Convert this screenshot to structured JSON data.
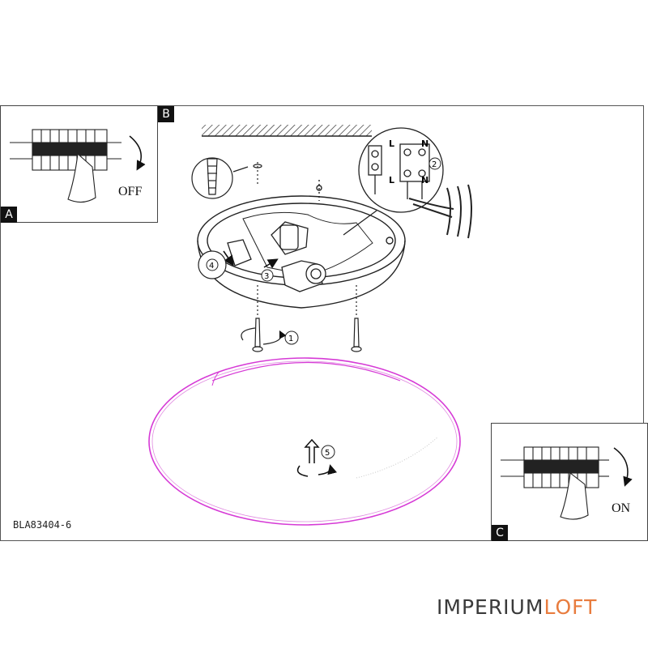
{
  "insets": {
    "a": {
      "tag": "A",
      "switch_label": "OFF"
    },
    "b": {
      "tag": "B"
    },
    "c": {
      "tag": "C",
      "switch_label": "ON"
    }
  },
  "wiring": {
    "live_top": "L",
    "neutral_top": "N",
    "live_bottom": "L",
    "neutral_bottom": "N"
  },
  "steps": {
    "s1": "1",
    "s2": "2",
    "s3": "3",
    "s4": "4",
    "s5": "5"
  },
  "model_code": "BLA83404-6",
  "brand": {
    "part_a": "IMPERIUM",
    "part_b": "LOFT"
  },
  "colors": {
    "line": "#222222",
    "shade_outline": "#d63ad6",
    "brand_orange": "#e87c3e",
    "brand_grey": "#3a3a3a"
  }
}
